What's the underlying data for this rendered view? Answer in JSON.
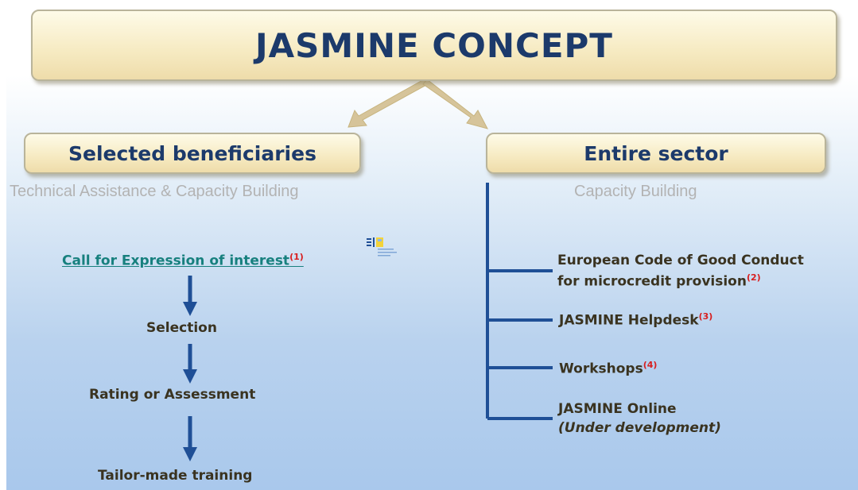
{
  "title": "JASMINE CONCEPT",
  "left": {
    "heading": "Selected beneficiaries",
    "subtitle": "Technical Assistance & Capacity Building",
    "call_link": "Call for Expression of interest",
    "call_ref": "(1)",
    "logo_icon": "eif-logo-icon",
    "steps": [
      "Selection",
      "Rating or Assessment",
      "Tailor-made training"
    ]
  },
  "right": {
    "heading": "Entire sector",
    "subtitle": "Capacity Building",
    "items": [
      {
        "line1": "European Code of Good Conduct",
        "line2": "for microcredit provision",
        "ref": "(2)"
      },
      {
        "line1": "JASMINE Helpdesk",
        "ref": "(3)"
      },
      {
        "line1": "Workshops",
        "ref": "(4)"
      },
      {
        "line1": "JASMINE Online",
        "line2": "(Under development)"
      }
    ]
  },
  "colors": {
    "box_text": "#1c3a6b",
    "link": "#17807e",
    "reference": "#d81e1e",
    "tree_line": "#1f4f96",
    "big_arrow": "#d6c49a"
  }
}
